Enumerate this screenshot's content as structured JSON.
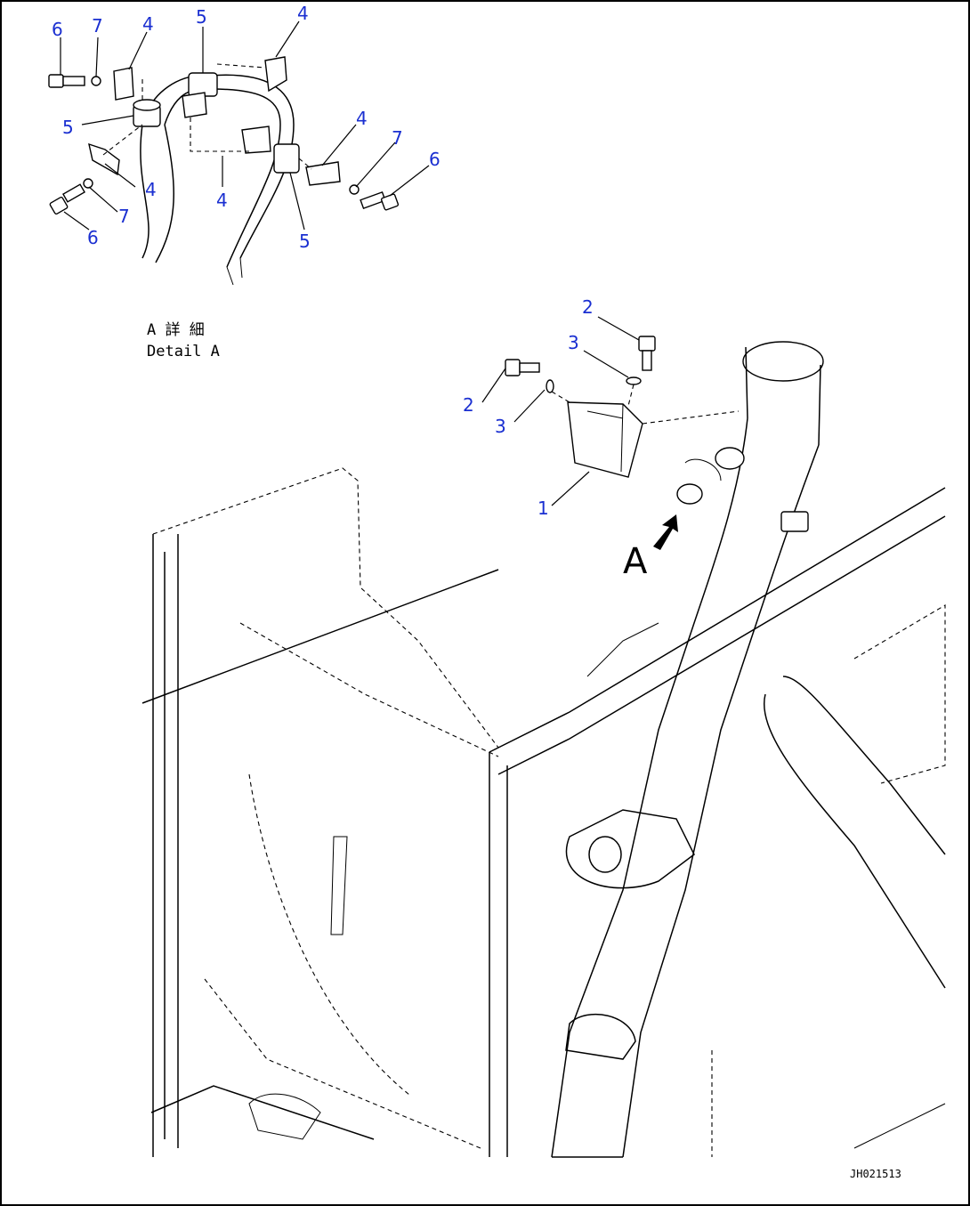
{
  "detail_title": {
    "japanese": "A 詳 細",
    "english": "Detail A"
  },
  "view_label": "A",
  "drawing_code": "JH021513",
  "callouts": [
    {
      "id": "c-6a",
      "text": "6"
    },
    {
      "id": "c-7a",
      "text": "7"
    },
    {
      "id": "c-4a",
      "text": "4"
    },
    {
      "id": "c-5a",
      "text": "5"
    },
    {
      "id": "c-4b",
      "text": "4"
    },
    {
      "id": "c-5b",
      "text": "5"
    },
    {
      "id": "c-4c",
      "text": "4"
    },
    {
      "id": "c-4d",
      "text": "4"
    },
    {
      "id": "c-7b",
      "text": "7"
    },
    {
      "id": "c-6b",
      "text": "6"
    },
    {
      "id": "c-4e",
      "text": "4"
    },
    {
      "id": "c-7c",
      "text": "7"
    },
    {
      "id": "c-6c",
      "text": "6"
    },
    {
      "id": "c-4f",
      "text": "4"
    },
    {
      "id": "c-5c",
      "text": "5"
    },
    {
      "id": "c-2a",
      "text": "2"
    },
    {
      "id": "c-3a",
      "text": "3"
    },
    {
      "id": "c-2b",
      "text": "2"
    },
    {
      "id": "c-3b",
      "text": "3"
    },
    {
      "id": "c-1",
      "text": "1"
    }
  ],
  "colors": {
    "callout": "#1a2fd1",
    "line": "#000000",
    "background": "#ffffff"
  }
}
